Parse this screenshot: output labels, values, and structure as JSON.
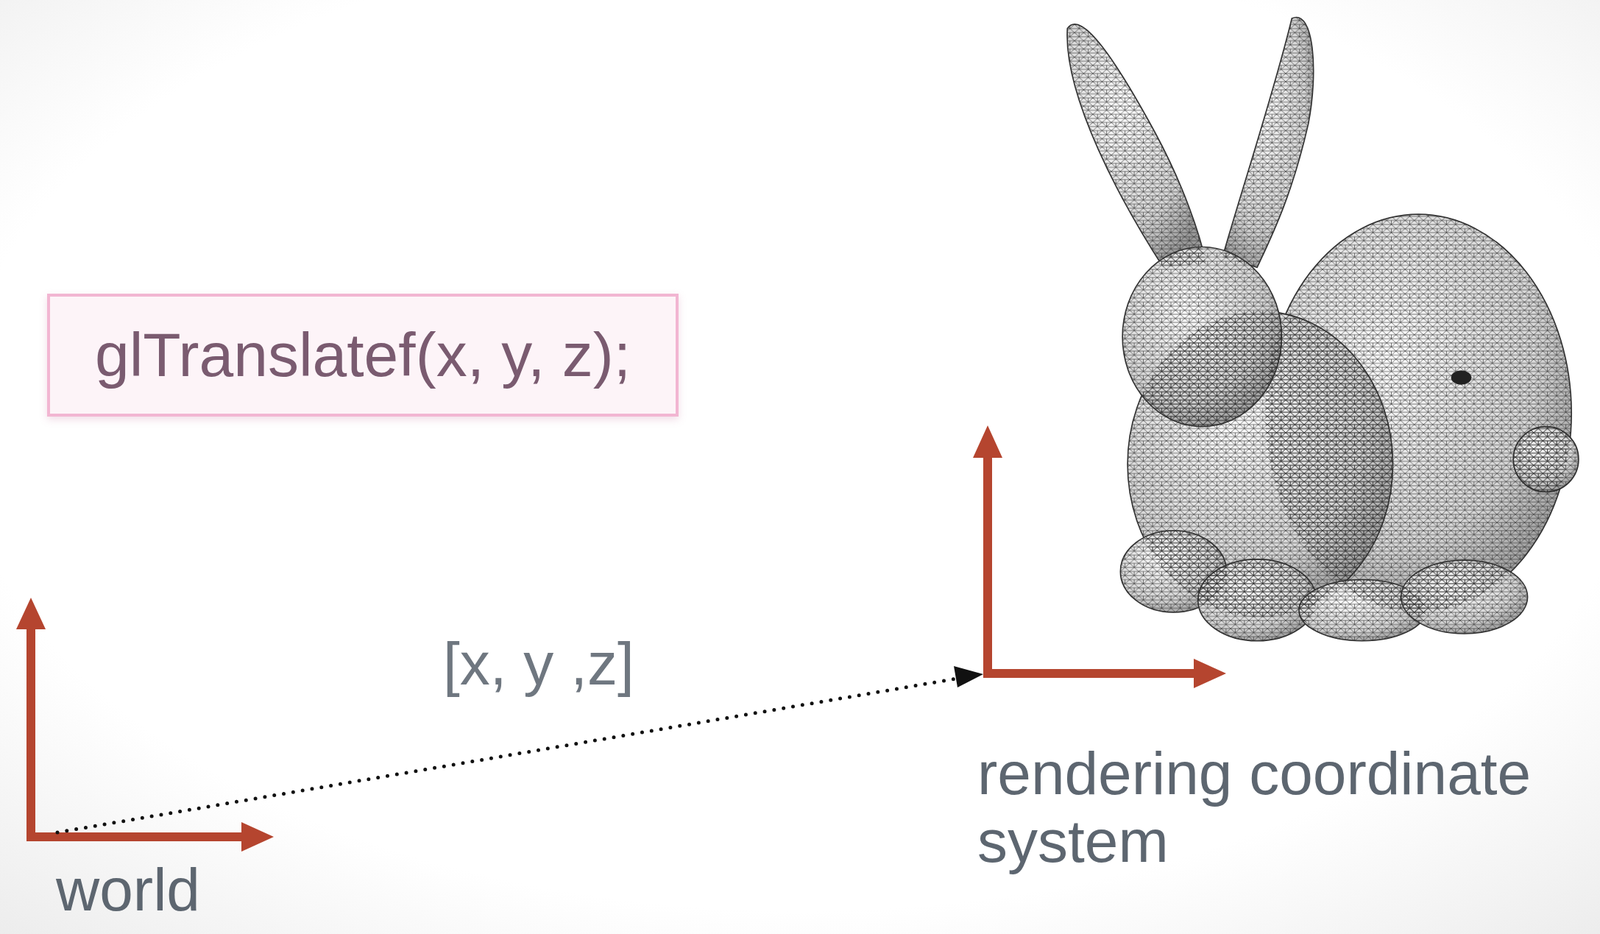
{
  "diagram": {
    "nodes": [
      {
        "text": [
          "glTranslatef(x, y, z);"
        ]
      }
    ],
    "labels": [
      "[x, y ,z]",
      "rendering coordinate system",
      "world"
    ]
  }
}
